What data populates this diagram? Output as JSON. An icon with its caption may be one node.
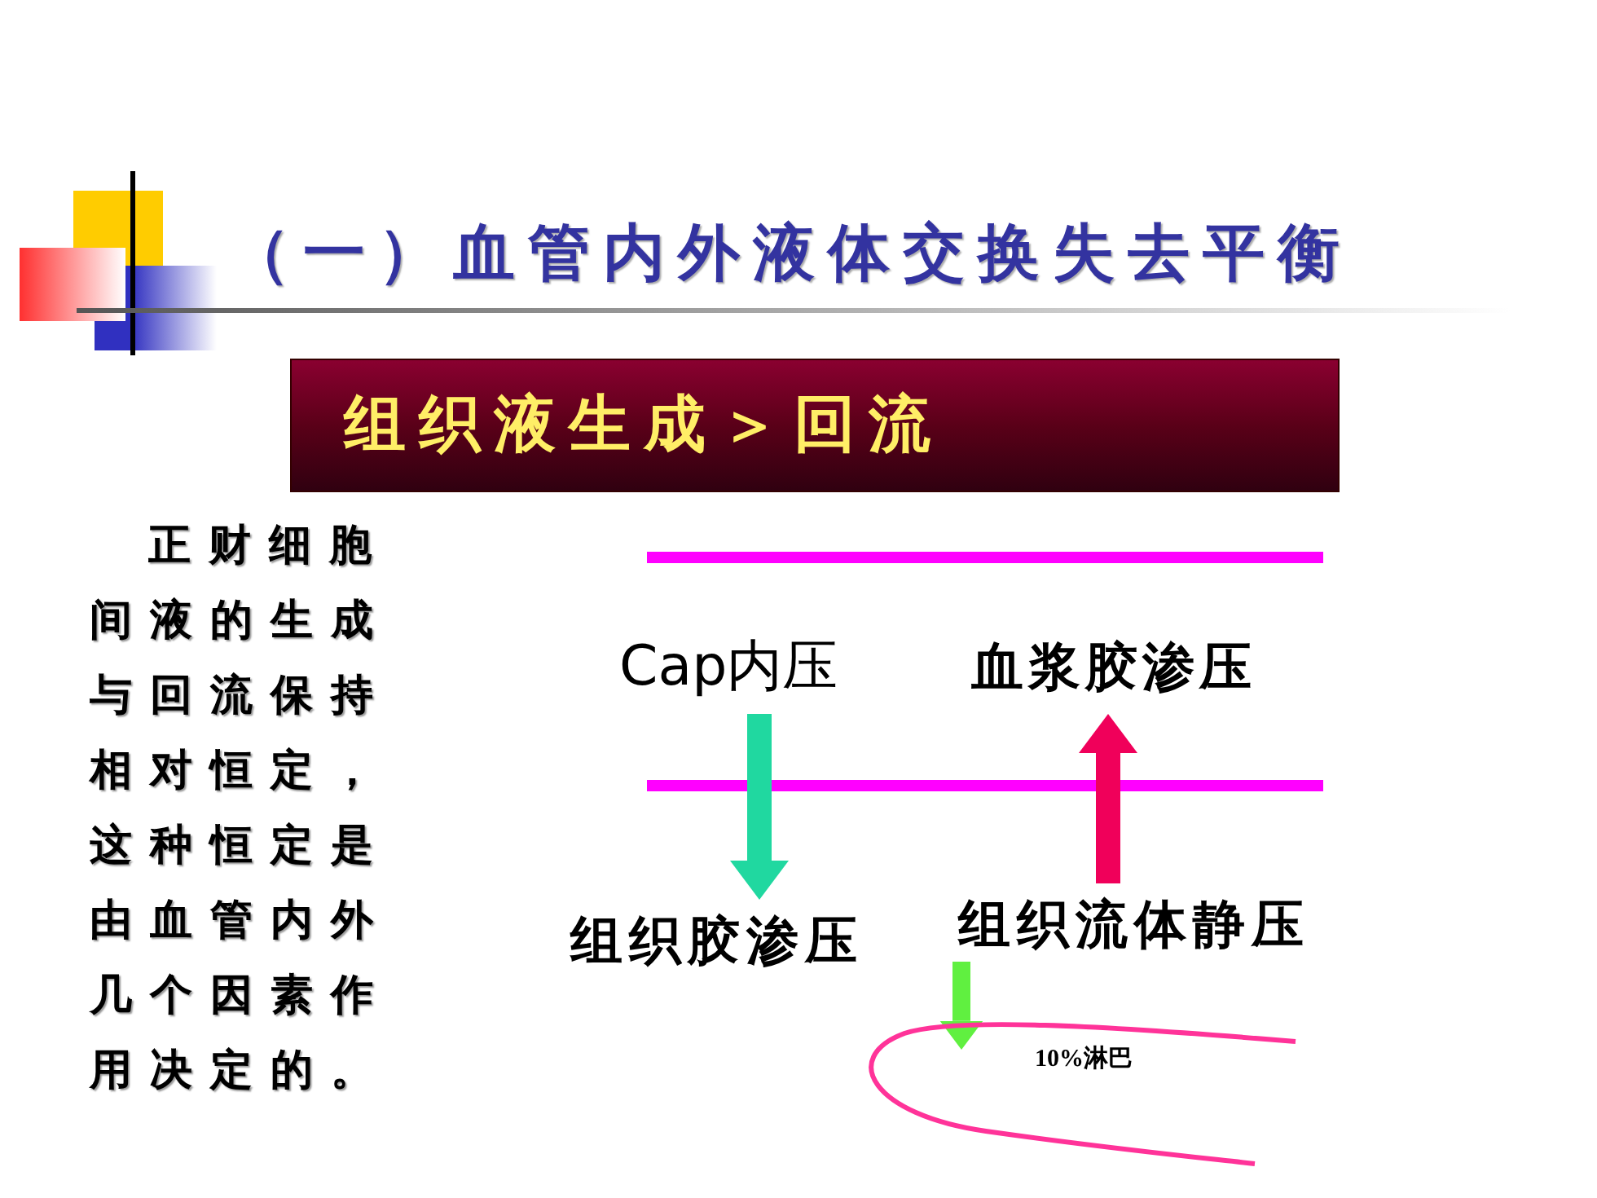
{
  "diagram": {
    "title": "（一）血管内外液体交换失去平衡",
    "nodes": [
      {
        "text": [
          "组织液生成＞回流"
        ]
      },
      {
        "text": [
          "Cap内压"
        ]
      },
      {
        "text": [
          "血浆胶渗压"
        ]
      },
      {
        "text": [
          "组织胶渗压"
        ]
      },
      {
        "text": [
          "组织流体静压"
        ]
      },
      {
        "text": [
          "10%淋巴"
        ]
      }
    ],
    "edges": [
      {
        "from": 1,
        "to": 3,
        "arrow": "to",
        "color": "#20d8a0"
      },
      {
        "from": 4,
        "to": 2,
        "arrow": "to",
        "color": "#f0005a"
      },
      {
        "from": 4,
        "to": 5,
        "arrow": "to",
        "color": "#60f040"
      }
    ],
    "labels": [
      "正财细胞间液的生成与回流保持相对恒定，这种恒定是由血管内外几个因素作用决定的。"
    ]
  }
}
